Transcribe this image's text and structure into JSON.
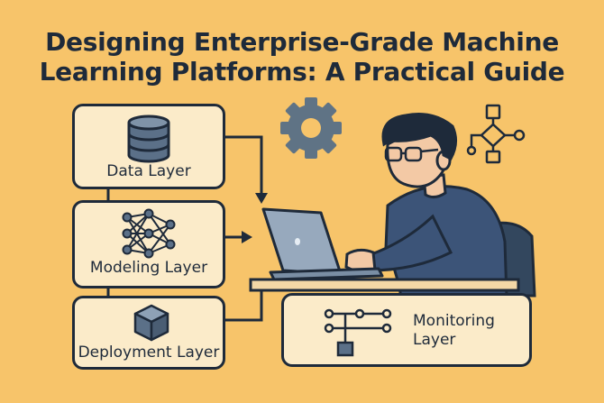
{
  "title": {
    "line1": "Designing Enterprise-Grade Machine",
    "line2": "Learning Platforms: A Practical Guide"
  },
  "layers": {
    "data": "Data Layer",
    "modeling": "Modeling Layer",
    "deployment": "Deployment Layer",
    "monitoring_line1": "Monitoring",
    "monitoring_line2": "Layer"
  },
  "icons": [
    "database-icon",
    "neural-network-icon",
    "cube-icon",
    "gear-icon",
    "flowchart-icon",
    "pipeline-icon",
    "person-icon",
    "laptop-icon"
  ],
  "colors": {
    "background": "#F7C46A",
    "box_fill": "#FBEBC9",
    "outline": "#1E2A3A",
    "icon_fill": "#5B7088",
    "gear": "#5F7385"
  }
}
